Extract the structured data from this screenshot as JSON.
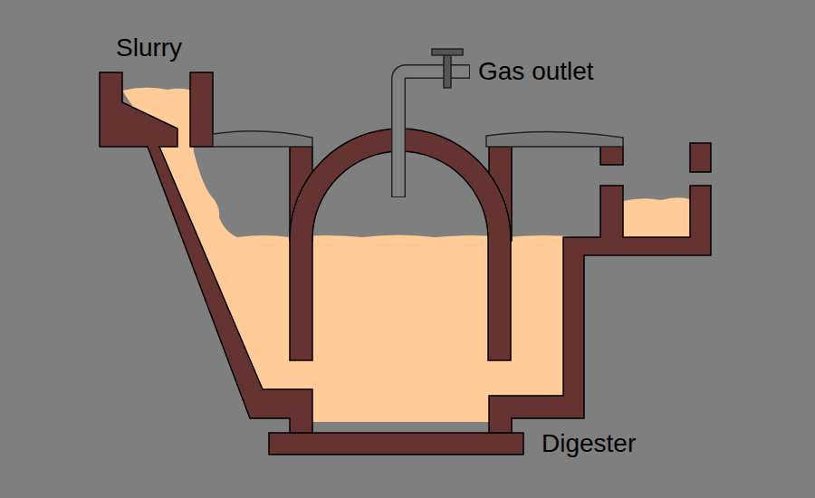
{
  "diagram": {
    "labels": [
      "Slurry",
      "Gas outlet",
      "Digester"
    ]
  }
}
